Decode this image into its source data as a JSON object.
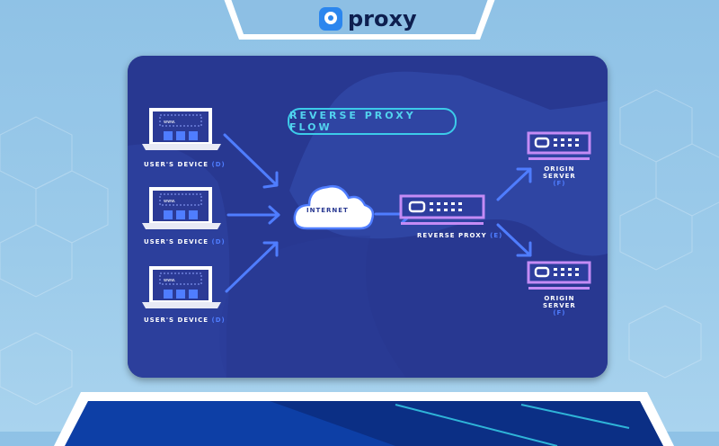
{
  "brand": {
    "logo_name": "proxy",
    "logo_color": "#2b86ee"
  },
  "diagram": {
    "title": "REVERSE PROXY FLOW",
    "colors": {
      "card": "#283891",
      "accent": "#3ccbe9",
      "arrow": "#4f7dff",
      "server": "#c48bf5"
    },
    "devices": [
      {
        "label": "USER'S DEVICE",
        "tag": "(D)",
        "screen_text": "www."
      },
      {
        "label": "USER'S DEVICE",
        "tag": "(D)",
        "screen_text": "www."
      },
      {
        "label": "USER'S DEVICE",
        "tag": "(D)",
        "screen_text": "www."
      }
    ],
    "internet": {
      "label": "INTERNET"
    },
    "proxy": {
      "label": "REVERSE PROXY",
      "tag": "(E)"
    },
    "servers": [
      {
        "label_line1": "ORIGIN",
        "label_line2": "SERVER",
        "tag": "(F)"
      },
      {
        "label_line1": "ORIGIN",
        "label_line2": "SERVER",
        "tag": "(F)"
      }
    ]
  }
}
